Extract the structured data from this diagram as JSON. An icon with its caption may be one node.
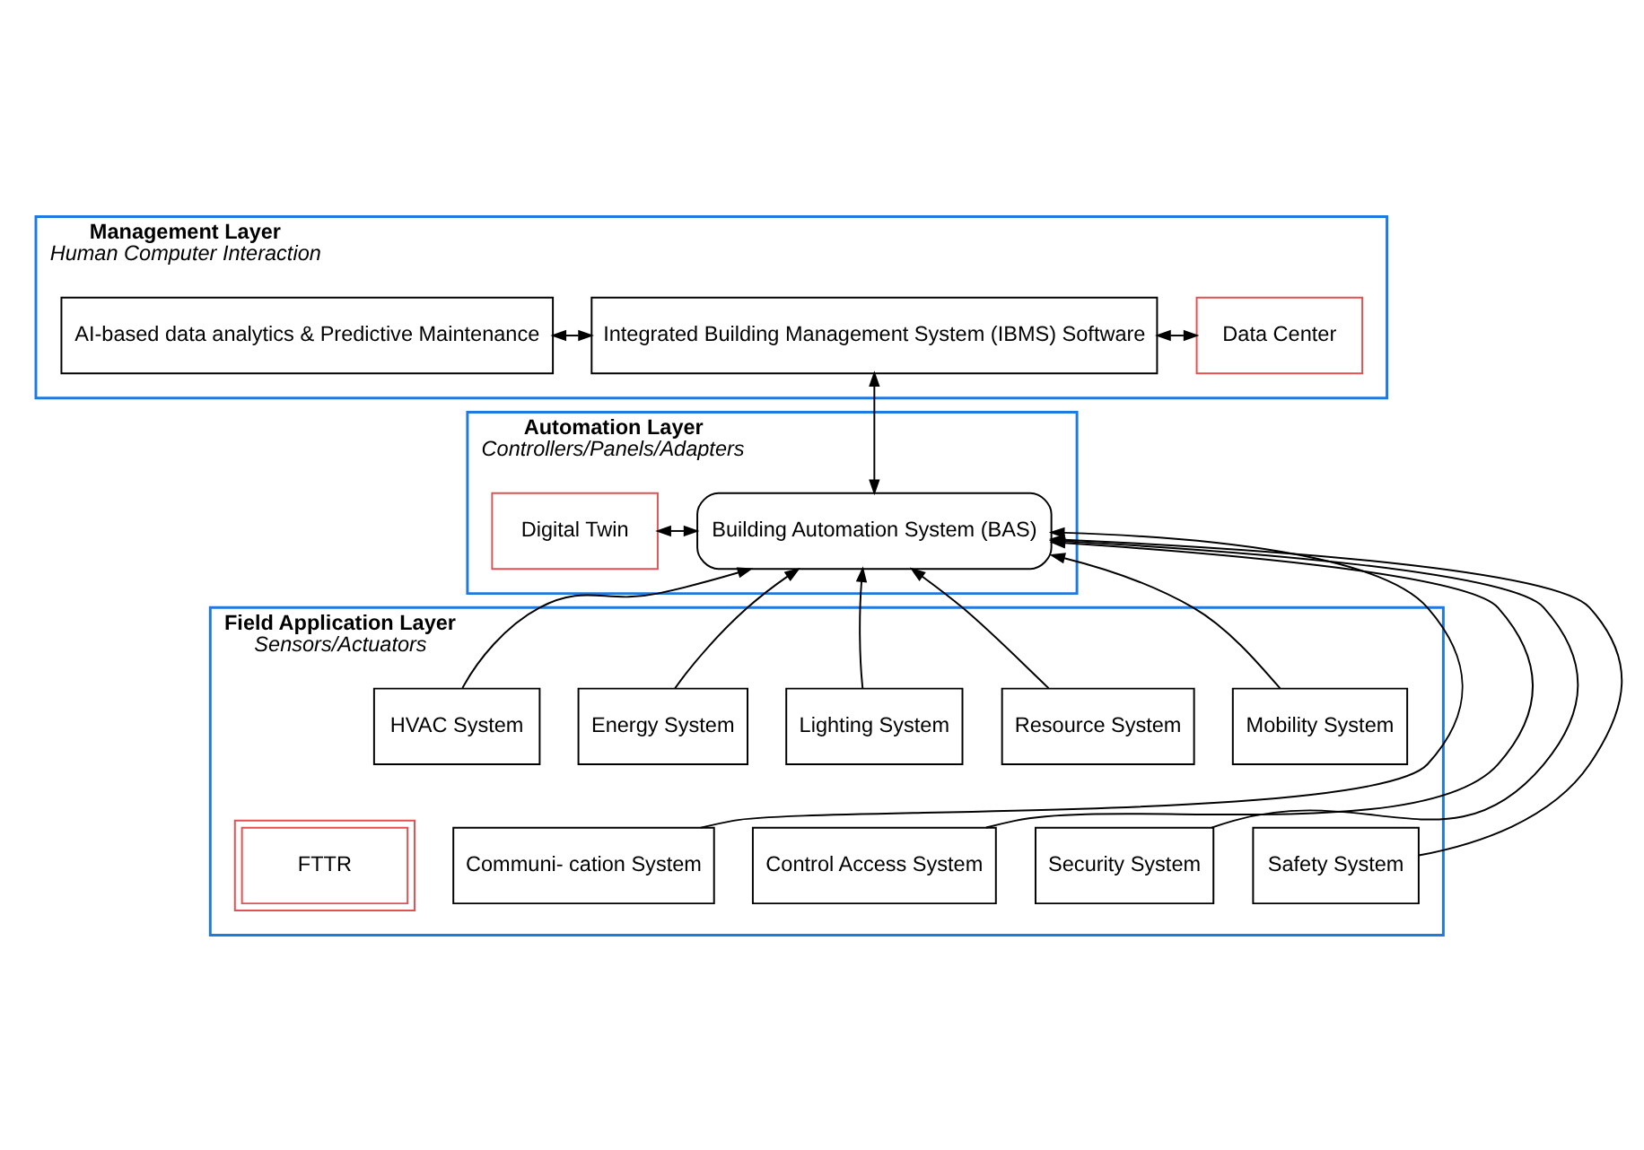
{
  "diagram": {
    "nodes": [
      {
        "text": [
          "Management Layer",
          "Human Computer Interaction"
        ]
      },
      {
        "text": [
          "AI-based data analytics & Predictive Maintenance"
        ],
        "in": 0
      },
      {
        "text": [
          "Integrated Building Management System (IBMS) Software"
        ],
        "in": 0
      },
      {
        "text": [
          "Data Center"
        ],
        "in": 0
      },
      {
        "text": [
          "Automation Layer",
          "Controllers/Panels/Adapters"
        ]
      },
      {
        "text": [
          "Digital Twin"
        ],
        "in": 4
      },
      {
        "text": [
          "Building Automation System (BAS)"
        ],
        "in": 4
      },
      {
        "text": [
          "Field Application Layer",
          "Sensors/Actuators"
        ]
      },
      {
        "text": [
          "HVAC System"
        ],
        "in": 7
      },
      {
        "text": [
          "Energy System"
        ],
        "in": 7
      },
      {
        "text": [
          "Lighting System"
        ],
        "in": 7
      },
      {
        "text": [
          "Resource System"
        ],
        "in": 7
      },
      {
        "text": [
          "Mobility System"
        ],
        "in": 7
      },
      {
        "text": [
          "FTTR"
        ],
        "in": 7
      },
      {
        "text": [
          "Communi- cation System"
        ],
        "in": 7
      },
      {
        "text": [
          "Control Access System"
        ],
        "in": 7
      },
      {
        "text": [
          "Security System"
        ],
        "in": 7
      },
      {
        "text": [
          "Safety System"
        ],
        "in": 7
      }
    ],
    "edges": [
      {
        "from": 1,
        "to": 2,
        "arrow": "both"
      },
      {
        "from": 2,
        "to": 3,
        "arrow": "both"
      },
      {
        "from": 2,
        "to": 6,
        "arrow": "both"
      },
      {
        "from": 5,
        "to": 6,
        "arrow": "both"
      },
      {
        "from": 8,
        "to": 6,
        "arrow": "to"
      },
      {
        "from": 14,
        "to": 6,
        "arrow": "to"
      },
      {
        "from": 9,
        "to": 6,
        "arrow": "to"
      },
      {
        "from": 15,
        "to": 6,
        "arrow": "to"
      },
      {
        "from": 10,
        "to": 6,
        "arrow": "to"
      },
      {
        "from": 16,
        "to": 6,
        "arrow": "to"
      },
      {
        "from": 11,
        "to": 6,
        "arrow": "to"
      },
      {
        "from": 17,
        "to": 6,
        "arrow": "to"
      },
      {
        "from": 12,
        "to": 6,
        "arrow": "to"
      }
    ]
  }
}
